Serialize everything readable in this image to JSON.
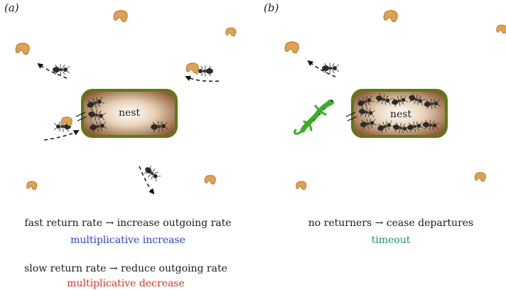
{
  "panels": [
    {
      "label": "(a)",
      "nest_label": "nest"
    },
    {
      "label": "(b)",
      "nest_label": "nest"
    }
  ],
  "rules": {
    "a1_text": "fast return rate",
    "a1_arrow": "→",
    "a1_result": "increase outgoing rate",
    "a1_caption": "multiplicative increase",
    "a2_text": "slow return rate",
    "a2_arrow": "→",
    "a2_result": "reduce outgoing rate",
    "a2_caption": "multiplicative decrease",
    "b1_text": "no returners",
    "b1_arrow": "→",
    "b1_result": "cease departures",
    "b1_caption": "timeout"
  },
  "colors": {
    "increase": "#2a3fd6",
    "decrease": "#e0321e",
    "timeout": "#1a9a5a",
    "nest_border": "#5c7a12",
    "seed": "#e3a14f",
    "gecko": "#3cae2a"
  },
  "icons": [
    "ant-icon",
    "seed-icon",
    "gecko-icon",
    "dashed-arrow-icon"
  ]
}
